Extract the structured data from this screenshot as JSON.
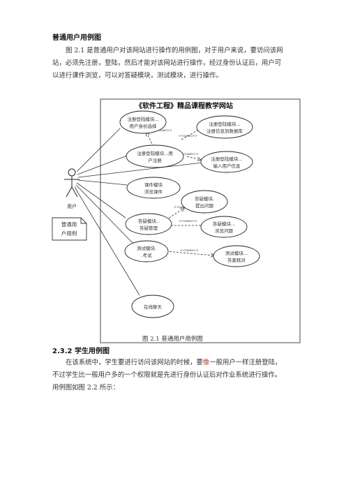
{
  "section1": {
    "heading": "普通用户用例图",
    "paragraph_lines": [
      "图 2.1 是普通用户对该网站进行操作的用例图，对于用户来说，要访问该网",
      "站，必须先注册，登陆，然后才能对该网站进行操作，经过身份认证后，用户可",
      "以进行课件浏览，可以对答疑模块，测试模块，进行操作。"
    ]
  },
  "diagram": {
    "system_title": "《软件工程》精品课程教学网站",
    "actor_label": "用户",
    "note_lines": [
      "普通用",
      "户用例"
    ],
    "stereotype": "<<uses>>",
    "usecases": {
      "reg_select": [
        "注册登陆模块...",
        "用户身份选择"
      ],
      "reg_user": [
        "注册登陆模块...用",
        "户注册"
      ],
      "reg_db": [
        "注册登陆模块...",
        "注册信息到数据库"
      ],
      "reg_input": [
        "注册登陆模块...",
        "输入用户信息"
      ],
      "course": [
        "课件模块",
        "浏览课件"
      ],
      "qa_ask": [
        "答疑模块.",
        "提出问题"
      ],
      "qa_manage": [
        "答疑模块..",
        "答疑管理"
      ],
      "qa_browse": [
        "答疑模块...",
        "浏览问题"
      ],
      "test": [
        "测试模块.",
        ".考试"
      ],
      "test_check": [
        "测试模块...",
        "答案核对"
      ],
      "chat": [
        "在线聊天"
      ]
    }
  },
  "caption": "图 2.1  普通用户用例图",
  "section2": {
    "heading": "2.3.2 学生用例图",
    "paragraph_lines": [
      "在该系统中，学生要进行访问该网站的时候，要",
      "一般用户一样注册登陆，",
      "不过学生比一般用户多的一个权限就是先进行身份认证后对作业系统进行操作。",
      "用例图如图 2.2 所示："
    ],
    "highlight_char": "像"
  }
}
